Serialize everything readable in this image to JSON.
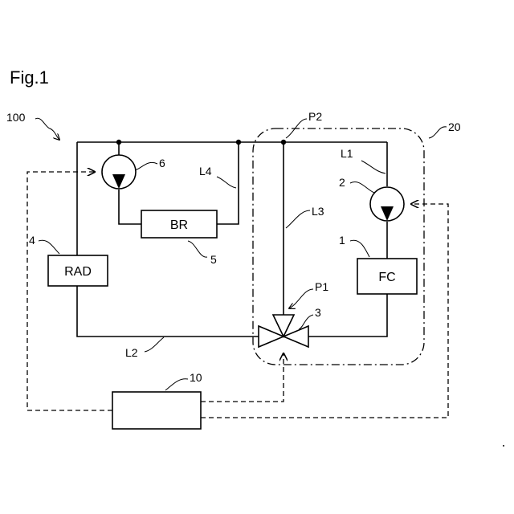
{
  "figure": {
    "title": "Fig.1",
    "system_label": "100",
    "unit_label": "20",
    "points": {
      "p1": "P1",
      "p2": "P2"
    },
    "lines": {
      "l1": "L1",
      "l2": "L2",
      "l3": "L3",
      "l4": "L4"
    },
    "components": {
      "fc": {
        "text": "FC",
        "number": "1"
      },
      "pump_main": {
        "number": "2"
      },
      "valve": {
        "number": "3"
      },
      "rad": {
        "text": "RAD",
        "number": "4"
      },
      "br": {
        "text": "BR",
        "number": "5"
      },
      "pump_br": {
        "number": "6"
      },
      "controller": {
        "number": "10"
      }
    }
  }
}
